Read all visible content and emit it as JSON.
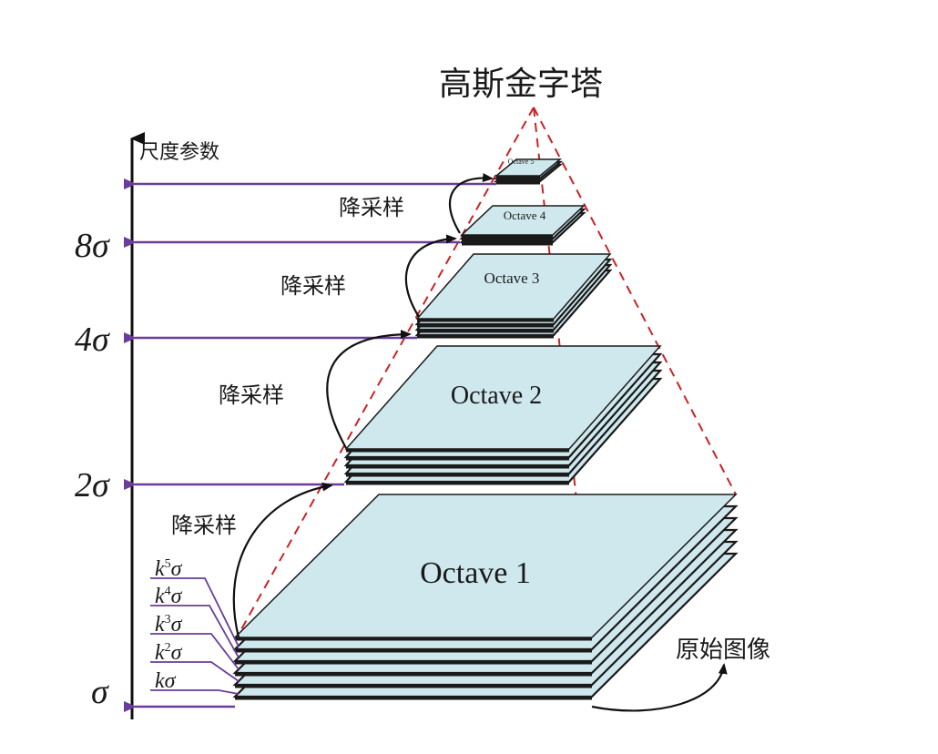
{
  "title": "高斯金字塔",
  "axis": {
    "label": "尺度参数"
  },
  "scale_labels": {
    "sigma": "σ",
    "two_sigma": "2σ",
    "four_sigma": "4σ",
    "eight_sigma": "8σ",
    "k_sigma": {
      "base": "kσ"
    },
    "k2_sigma": {
      "base": "kσ",
      "exp": "2"
    },
    "k3_sigma": {
      "base": "kσ",
      "exp": "3"
    },
    "k4_sigma": {
      "base": "kσ",
      "exp": "4"
    },
    "k5_sigma": {
      "base": "kσ",
      "exp": "5"
    }
  },
  "downsample_label": "降采样",
  "original_image_label": "原始图像",
  "octaves": [
    {
      "label": "Octave 1"
    },
    {
      "label": "Octave 2"
    },
    {
      "label": "Octave 3"
    },
    {
      "label": "Octave 4"
    },
    {
      "label": "Octave 5"
    }
  ],
  "colors": {
    "layer_fill": "#cfe8ee",
    "layer_edge": "#1a1a1a",
    "arrow": "#6a3d9a",
    "dashed": "#cc2222",
    "text": "#1a1a1a"
  }
}
